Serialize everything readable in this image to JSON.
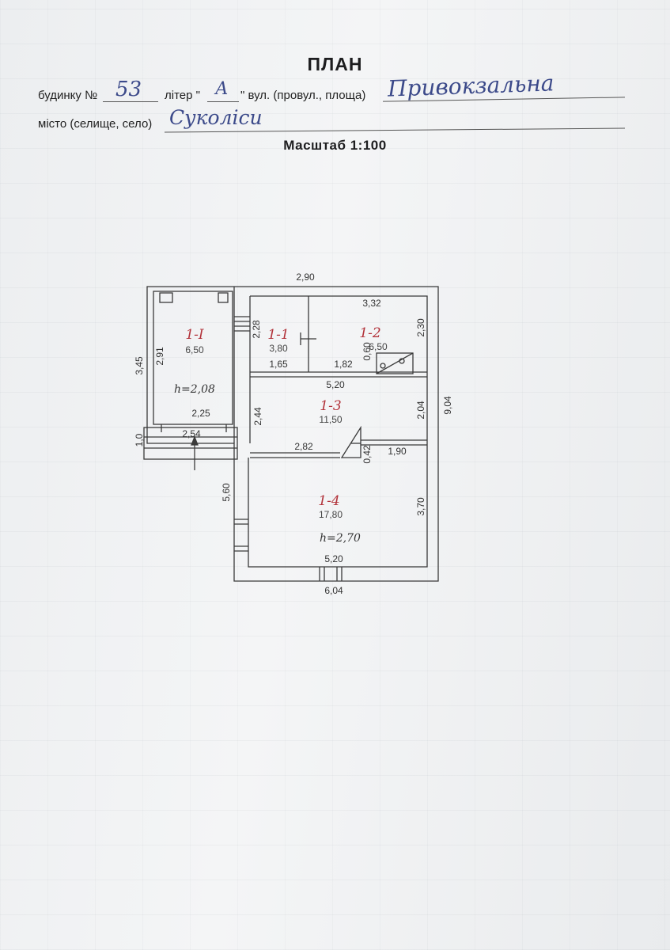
{
  "header": {
    "title": "ПЛАН",
    "house_label": "будинку №",
    "house_number": "53",
    "letter_label": "літер \"",
    "letter_value": "А",
    "street_label": "\" вул. (провул., площа)",
    "street_value": "Привокзальна",
    "city_label": "місто (селище, село)",
    "city_value": "Суколіси",
    "scale": "Масштаб  1:100"
  },
  "plan": {
    "dimensions": {
      "top_overall": "2,90",
      "top_inner": "3,32",
      "right_overall": "9,04",
      "bottom_inner": "5,20",
      "bottom_overall": "6,04",
      "left_lower": "5,60",
      "left_porch": "3,45",
      "porch_height": "2,91",
      "porch_inner_width": "2,25",
      "porch_outer_width": "2,54",
      "porch_step": "1,0",
      "room11_height": "2,28",
      "room11_width": "1,65",
      "room12_width": "1,82",
      "room12_right": "2,30",
      "stove_height": "0,60",
      "corridor_width": "5,20",
      "room13_left": "2,44",
      "room13_right": "2,04",
      "room13_bottom_left": "2,82",
      "stair_height": "0,42",
      "room13_bottom_right": "1,90",
      "room14_right": "3,70"
    },
    "rooms": [
      {
        "id": "1-І",
        "area": "6,50"
      },
      {
        "id": "1-1",
        "area": "3,80"
      },
      {
        "id": "1-2",
        "area": "6,50"
      },
      {
        "id": "1-3",
        "area": "11,50"
      },
      {
        "id": "1-4",
        "area": "17,80"
      }
    ],
    "heights": {
      "porch": "h=2,08",
      "main": "h=2,70"
    }
  }
}
